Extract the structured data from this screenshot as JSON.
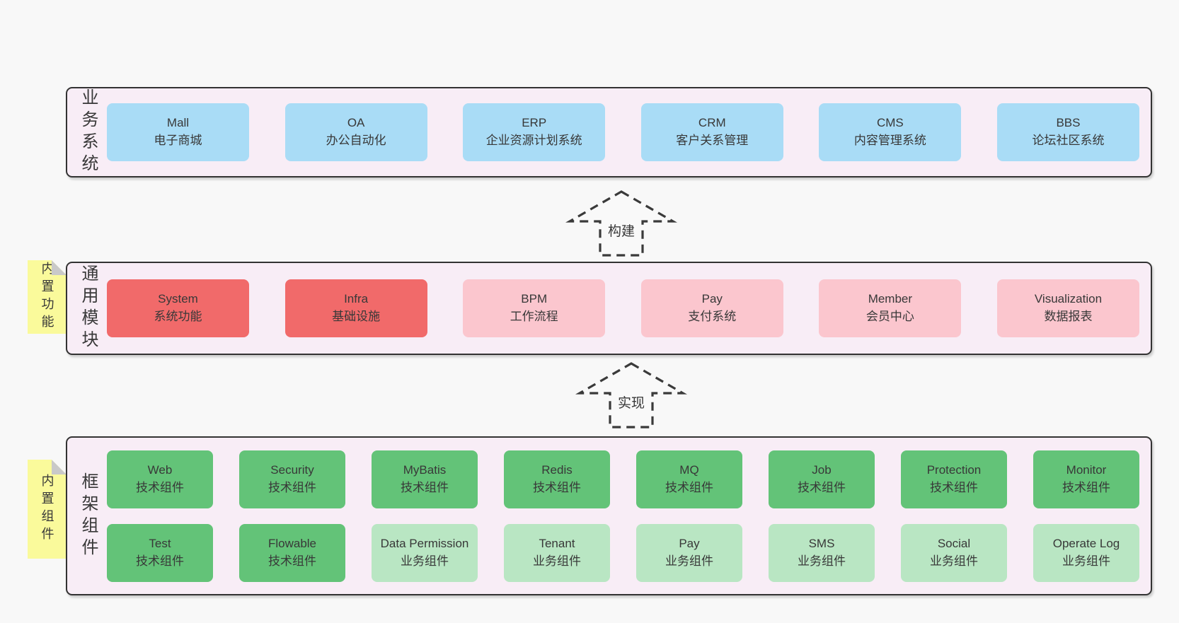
{
  "colors": {
    "page_bg": "#f8f8f8",
    "band_bg": "#f8edf6",
    "band_border": "#333333",
    "text": "#383838",
    "blue": "#a9dcf6",
    "red": "#f16a6a",
    "pink": "#fbc6ce",
    "green_dark": "#63c378",
    "green_light": "#b9e6c3",
    "sticky_yellow": "#fafa9b",
    "sticky_fold": "#c9c9c9",
    "arrow": "#3a3a3a"
  },
  "arrows": [
    {
      "label": "构建"
    },
    {
      "label": "实现"
    }
  ],
  "stickies": [
    {
      "label": "内置功能"
    },
    {
      "label": "内置组件"
    }
  ],
  "bands": {
    "business": {
      "label": "业务系统",
      "boxes": [
        {
          "title": "Mall",
          "subtitle": "电子商城",
          "variant": "blue"
        },
        {
          "title": "OA",
          "subtitle": "办公自动化",
          "variant": "blue"
        },
        {
          "title": "ERP",
          "subtitle": "企业资源计划系统",
          "variant": "blue"
        },
        {
          "title": "CRM",
          "subtitle": "客户关系管理",
          "variant": "blue"
        },
        {
          "title": "CMS",
          "subtitle": "内容管理系统",
          "variant": "blue"
        },
        {
          "title": "BBS",
          "subtitle": "论坛社区系统",
          "variant": "blue"
        }
      ]
    },
    "modules": {
      "label": "通用模块",
      "boxes": [
        {
          "title": "System",
          "subtitle": "系统功能",
          "variant": "red"
        },
        {
          "title": "Infra",
          "subtitle": "基础设施",
          "variant": "red"
        },
        {
          "title": "BPM",
          "subtitle": "工作流程",
          "variant": "pink"
        },
        {
          "title": "Pay",
          "subtitle": "支付系统",
          "variant": "pink"
        },
        {
          "title": "Member",
          "subtitle": "会员中心",
          "variant": "pink"
        },
        {
          "title": "Visualization",
          "subtitle": "数据报表",
          "variant": "pink"
        }
      ]
    },
    "framework": {
      "label": "框架组件",
      "row1": [
        {
          "title": "Web",
          "subtitle": "技术组件",
          "variant": "green-dark"
        },
        {
          "title": "Security",
          "subtitle": "技术组件",
          "variant": "green-dark"
        },
        {
          "title": "MyBatis",
          "subtitle": "技术组件",
          "variant": "green-dark"
        },
        {
          "title": "Redis",
          "subtitle": "技术组件",
          "variant": "green-dark"
        },
        {
          "title": "MQ",
          "subtitle": "技术组件",
          "variant": "green-dark"
        },
        {
          "title": "Job",
          "subtitle": "技术组件",
          "variant": "green-dark"
        },
        {
          "title": "Protection",
          "subtitle": "技术组件",
          "variant": "green-dark"
        },
        {
          "title": "Monitor",
          "subtitle": "技术组件",
          "variant": "green-dark"
        }
      ],
      "row2": [
        {
          "title": "Test",
          "subtitle": "技术组件",
          "variant": "green-dark"
        },
        {
          "title": "Flowable",
          "subtitle": "技术组件",
          "variant": "green-dark"
        },
        {
          "title": "Data Permission",
          "subtitle": "业务组件",
          "variant": "green-light"
        },
        {
          "title": "Tenant",
          "subtitle": "业务组件",
          "variant": "green-light"
        },
        {
          "title": "Pay",
          "subtitle": "业务组件",
          "variant": "green-light"
        },
        {
          "title": "SMS",
          "subtitle": "业务组件",
          "variant": "green-light"
        },
        {
          "title": "Social",
          "subtitle": "业务组件",
          "variant": "green-light"
        },
        {
          "title": "Operate Log",
          "subtitle": "业务组件",
          "variant": "green-light"
        }
      ]
    }
  }
}
